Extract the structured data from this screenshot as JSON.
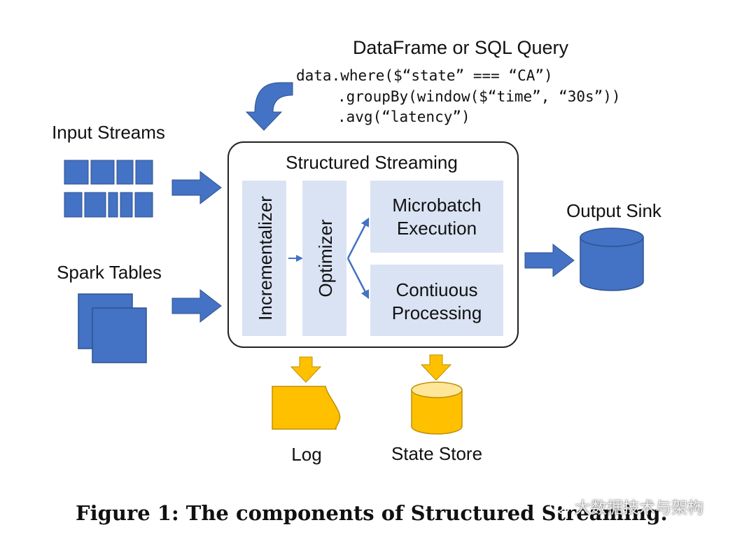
{
  "query": {
    "title": "DataFrame or SQL Query",
    "code_lines": [
      "data.where($“state” === “CA”)",
      ".groupBy(window($“time”, “30s”))",
      ".avg(“latency”)"
    ]
  },
  "inputs": {
    "input_streams": "Input Streams",
    "spark_tables": "Spark Tables"
  },
  "engine": {
    "title": "Structured Streaming",
    "incrementalizer": "Incrementalizer",
    "optimizer": "Optimizer",
    "microbatch_line1": "Microbatch",
    "microbatch_line2": "Execution",
    "continuous_line1": "Contiuous",
    "continuous_line2": "Processing"
  },
  "outputs": {
    "output_sink": "Output Sink",
    "log": "Log",
    "state_store": "State Store"
  },
  "caption": "Figure 1: The components of Structured Streaming.",
  "watermark": "大数据技术与架构",
  "colors": {
    "blue": "#4472C4",
    "blue_dark": "#2F528F",
    "panel": "#DAE3F3",
    "gold": "#FFC000",
    "gold_light": "#FFE699",
    "gold_dark": "#BF9000"
  }
}
